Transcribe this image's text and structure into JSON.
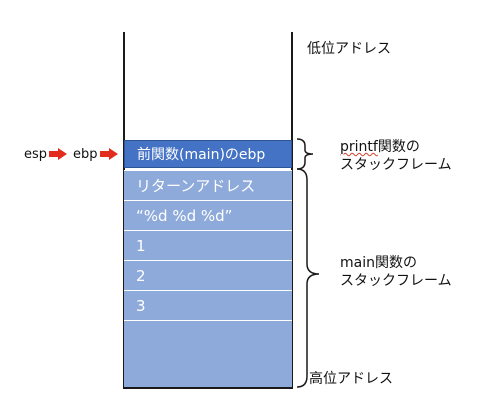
{
  "labels": {
    "low_address": "低位アドレス",
    "high_address": "高位アドレス",
    "printf_frame_line1_a": "printf",
    "printf_frame_line1_b": "関数の",
    "printf_frame_line2": "スタックフレーム",
    "main_frame_line1": "main関数の",
    "main_frame_line2": "スタックフレーム"
  },
  "registers": {
    "esp": "esp",
    "ebp": "ebp"
  },
  "stack_cells": [
    "前関数(main)のebp",
    "リターンアドレス",
    "“%d %d %d”",
    "1",
    "2",
    "3",
    ""
  ],
  "colors": {
    "ebp_cell": "#4472c4",
    "cell": "#8eaadb",
    "arrow": "#e32b1e"
  }
}
